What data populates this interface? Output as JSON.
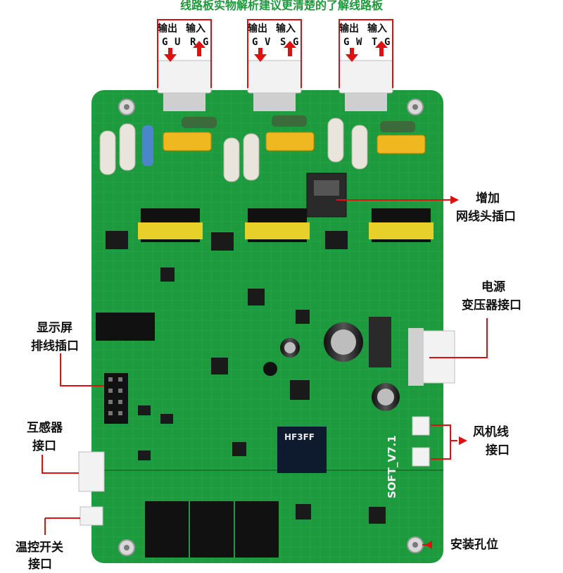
{
  "header": {
    "title": "线路板实物解析建议更清楚的了解线路板"
  },
  "connectors": [
    {
      "output_label": "输出",
      "input_label": "输入",
      "pins": [
        "G",
        "U",
        "R",
        "G"
      ]
    },
    {
      "output_label": "输出",
      "input_label": "输入",
      "pins": [
        "G",
        "V",
        "S",
        "G"
      ]
    },
    {
      "output_label": "输出",
      "input_label": "输入",
      "pins": [
        "G",
        "W",
        "T",
        "G"
      ]
    }
  ],
  "callouts": {
    "network_port": [
      "增加",
      "网线头插口"
    ],
    "transformer": [
      "电源",
      "变压器接口"
    ],
    "display": [
      "显示屏",
      "排线插口"
    ],
    "transformer_ct": [
      "互感器",
      "接口"
    ],
    "fan": [
      "风机线",
      "接口"
    ],
    "thermostat": [
      "温控开关",
      "接口"
    ],
    "mounting": [
      "安装孔位"
    ]
  },
  "board": {
    "silkscreen_version": "SOFT_V7.1",
    "relay_marking": "HF3FF",
    "colors": {
      "pcb": "#1e9a3e",
      "pcb_dark": "#15782e",
      "callout_line": "#e01010",
      "arrow": "#e01010"
    }
  }
}
